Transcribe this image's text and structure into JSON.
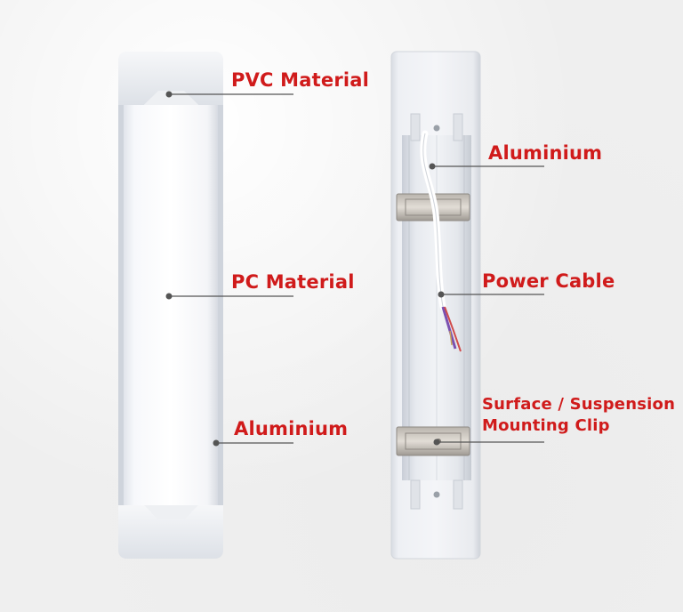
{
  "labels": {
    "pvc": "PVC Material",
    "pc": "PC Material",
    "aluminium_left": "Aluminium",
    "aluminium_right": "Aluminium",
    "power_cable": "Power Cable",
    "clip_line1": "Surface / Suspension",
    "clip_line2": "Mounting Clip"
  },
  "colors": {
    "label_text": "#d01b1b",
    "leader_line": "#555555",
    "background": "#efefef"
  }
}
